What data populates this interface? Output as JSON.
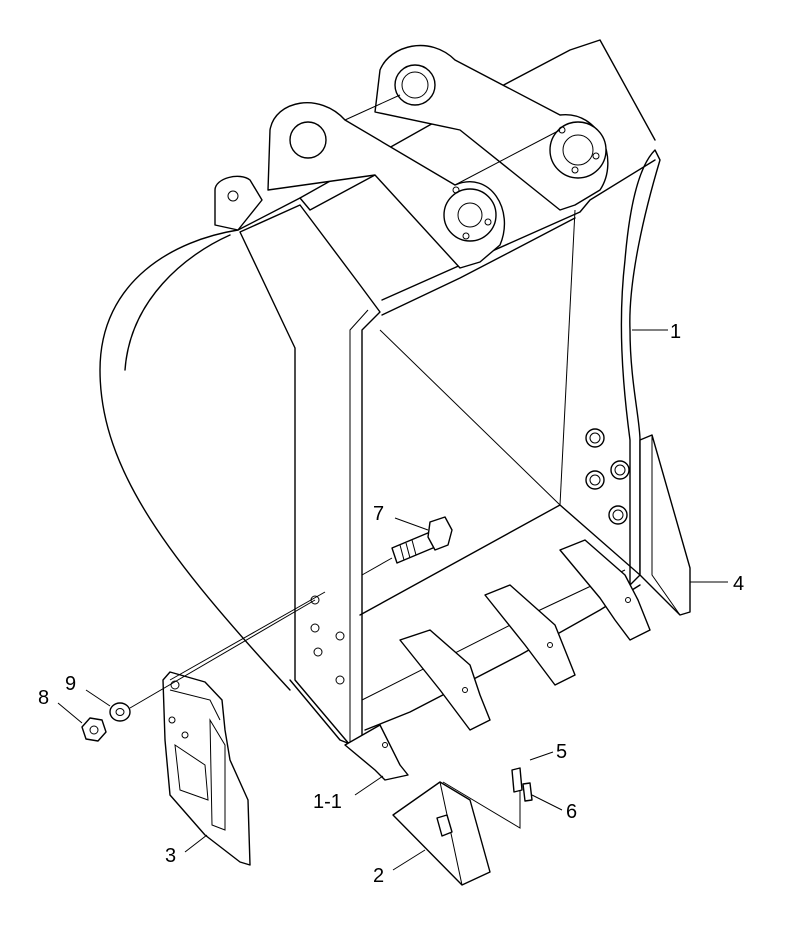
{
  "callouts": {
    "c1": "1",
    "c1_1": "1-1",
    "c2": "2",
    "c3": "3",
    "c4": "4",
    "c5": "5",
    "c6": "6",
    "c7": "7",
    "c8": "8",
    "c9": "9"
  }
}
